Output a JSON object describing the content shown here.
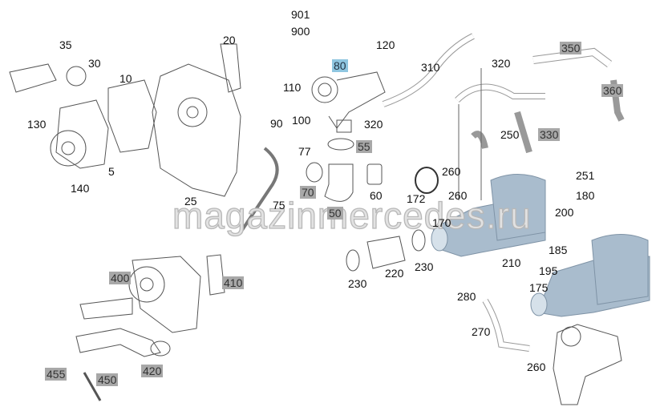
{
  "watermark": "magazinmercedes.ru",
  "colors": {
    "highlight": "#8fc6e0",
    "tag": "#a8a8a8",
    "housing": "#a9bccd"
  },
  "labels": [
    {
      "text": "901",
      "style": "plain"
    },
    {
      "text": "900",
      "style": "plain"
    },
    {
      "text": "20",
      "style": "plain"
    },
    {
      "text": "35",
      "style": "plain"
    },
    {
      "text": "30",
      "style": "plain"
    },
    {
      "text": "80",
      "style": "blue"
    },
    {
      "text": "120",
      "style": "plain"
    },
    {
      "text": "310",
      "style": "plain"
    },
    {
      "text": "320",
      "style": "plain"
    },
    {
      "text": "350",
      "style": "gray"
    },
    {
      "text": "10",
      "style": "plain"
    },
    {
      "text": "110",
      "style": "plain"
    },
    {
      "text": "360",
      "style": "gray"
    },
    {
      "text": "130",
      "style": "plain"
    },
    {
      "text": "90",
      "style": "plain"
    },
    {
      "text": "100",
      "style": "plain"
    },
    {
      "text": "320",
      "style": "plain"
    },
    {
      "text": "250",
      "style": "plain"
    },
    {
      "text": "330",
      "style": "gray"
    },
    {
      "text": "55",
      "style": "gray"
    },
    {
      "text": "77",
      "style": "plain"
    },
    {
      "text": "5",
      "style": "plain"
    },
    {
      "text": "260",
      "style": "plain"
    },
    {
      "text": "251",
      "style": "plain"
    },
    {
      "text": "140",
      "style": "plain"
    },
    {
      "text": "70",
      "style": "gray"
    },
    {
      "text": "60",
      "style": "plain"
    },
    {
      "text": "172",
      "style": "plain"
    },
    {
      "text": "180",
      "style": "plain"
    },
    {
      "text": "25",
      "style": "plain"
    },
    {
      "text": "75",
      "style": "plain"
    },
    {
      "text": "50",
      "style": "gray"
    },
    {
      "text": "260",
      "style": "plain"
    },
    {
      "text": "200",
      "style": "plain"
    },
    {
      "text": "170",
      "style": "plain"
    },
    {
      "text": "185",
      "style": "plain"
    },
    {
      "text": "210",
      "style": "plain"
    },
    {
      "text": "195",
      "style": "plain"
    },
    {
      "text": "230",
      "style": "plain"
    },
    {
      "text": "220",
      "style": "plain"
    },
    {
      "text": "230",
      "style": "plain"
    },
    {
      "text": "400",
      "style": "gray"
    },
    {
      "text": "410",
      "style": "gray"
    },
    {
      "text": "280",
      "style": "plain"
    },
    {
      "text": "175",
      "style": "plain"
    },
    {
      "text": "270",
      "style": "plain"
    },
    {
      "text": "455",
      "style": "gray"
    },
    {
      "text": "450",
      "style": "gray"
    },
    {
      "text": "420",
      "style": "gray"
    },
    {
      "text": "260",
      "style": "plain"
    }
  ]
}
